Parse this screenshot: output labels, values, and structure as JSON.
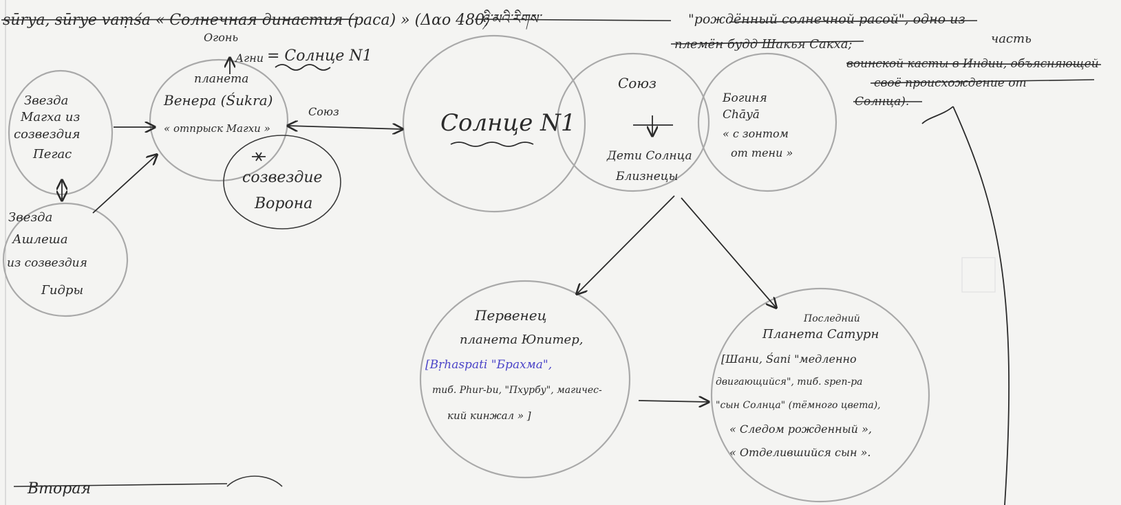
{
  "header": {
    "line1_left": "sūrya, sūrye vaṃśa « Солнечная династия (раса) » (Δαο 480;",
    "line1_tibetan": "ཉི་མའི་རིགས་",
    "line1_right": "\"рождённый солнечной расой\", одно из",
    "line2": "племён будд Шакья Сакха;",
    "line3": "часть",
    "line4": "воинской касты в Индии, объясняющей",
    "line5": "своё происхождение от",
    "line6": "Солнца)."
  },
  "nodes": {
    "star_magha": {
      "line1": "Звезда",
      "line2": "Магха из",
      "line3": "созвездия",
      "line4": "Пегас"
    },
    "star_ashlesha": {
      "line1": "Звезда",
      "line2": "Ашлеша",
      "line3": "из созвездия",
      "line4": "Гидры"
    },
    "venus": {
      "line1": "планета",
      "line2": "Венера (Śukra)",
      "line3": "« отпрыск Магхи »"
    },
    "fire_label": {
      "line1": "Огонь",
      "line2": "Агни"
    },
    "sun_no1_annot": "= Солнце N1",
    "union_small": "Союз",
    "crow": {
      "line1": "созвездие",
      "line2": "Ворона"
    },
    "sun_no1": "Солнце N1",
    "union": "Союз",
    "children": {
      "line1": "Дети Солнца",
      "line2": "Близнецы"
    },
    "chhaya": {
      "line1": "Богиня",
      "line2": "Chāyā",
      "line3": "« с зонтом",
      "line4": "от тени »"
    },
    "jupiter": {
      "line1": "Первенец",
      "line2": "планета Юпитер,",
      "line3": "[Bṛhaspati \"Брахма\",",
      "line4": "тиб. Phur-bu, \"Пхурбу\", магичес-",
      "line5": "кий кинжал » ]"
    },
    "saturn": {
      "line1": "Последний",
      "line2": "Планета Сатурн",
      "line3": "[Шани, Śani \"медленно",
      "line4": "двигающийся\", тиб. spen-pa",
      "line5": "\"сын Солнца\" (тёмного цвета),",
      "line6": "« Следом рожденный »,",
      "line7": "« Отделившийся сын »."
    }
  },
  "footer": {
    "crossed": "Вторая"
  },
  "colors": {
    "ink": "#2b2b2b",
    "pencil": "#a9a9a9",
    "blue_ink": "#4b44c8",
    "paper": "#f4f4f2"
  }
}
